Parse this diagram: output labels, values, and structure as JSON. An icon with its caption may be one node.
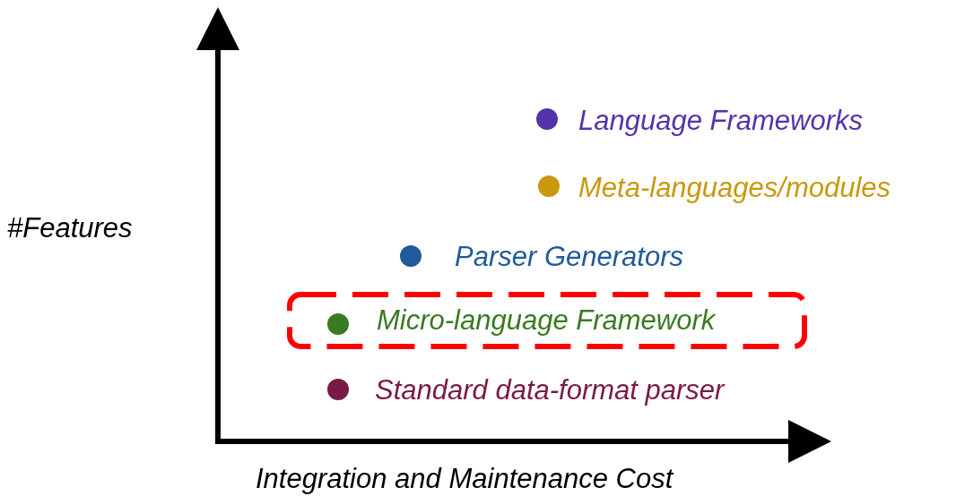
{
  "diagram": {
    "nodes": [
      {
        "text": [
          "Micro-language Framework"
        ]
      }
    ],
    "labels": [
      "Language Frameworks",
      "Meta-languages/modules",
      "#Features",
      "Parser Generators",
      "Standard data-format parser",
      "Integration and Maintenance Cost"
    ]
  }
}
